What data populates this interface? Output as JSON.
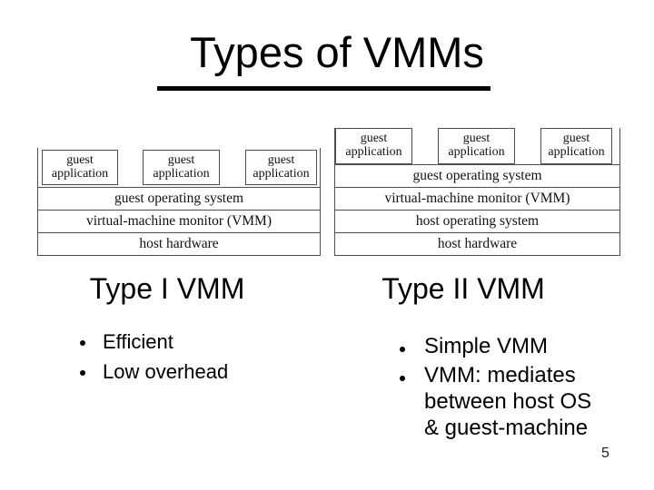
{
  "colors": {
    "accent-underline": "#000000",
    "diagram-border": "#4f4f4f",
    "diagram-text": "#111111",
    "text": "#000000"
  },
  "title": "Types of VMMs",
  "page_number": "5",
  "type1": {
    "label": "Type I VMM",
    "app_boxes": [
      "guest application",
      "guest application",
      "guest application"
    ],
    "rows": [
      "guest operating system",
      "virtual-machine monitor (VMM)",
      "host hardware"
    ],
    "bullets": [
      "Efficient",
      "Low overhead"
    ]
  },
  "type2": {
    "label": "Type II VMM",
    "app_boxes": [
      "guest application",
      "guest application",
      "guest application"
    ],
    "rows": [
      "guest operating system",
      "virtual-machine monitor (VMM)",
      "host operating system",
      "host hardware"
    ],
    "bullets": [
      "Simple VMM",
      "VMM: mediates between host OS & guest-machine"
    ]
  }
}
